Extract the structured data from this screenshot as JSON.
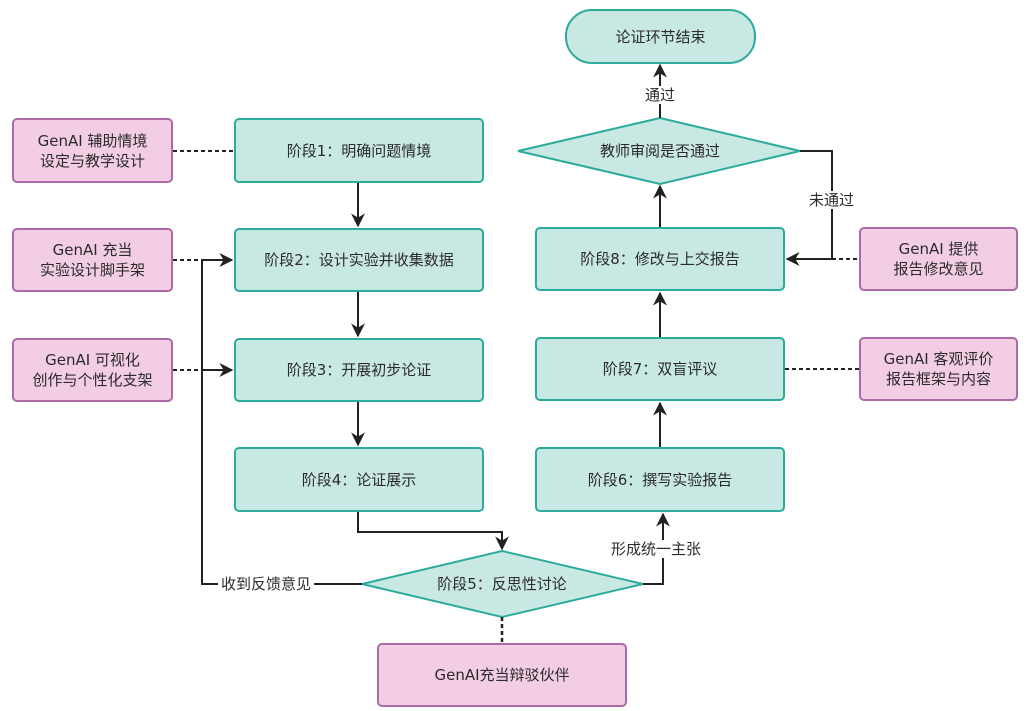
{
  "terminal": {
    "label": "论证环节结束"
  },
  "stages": {
    "s1": "阶段1：明确问题情境",
    "s2": "阶段2：设计实验并收集数据",
    "s3": "阶段3：开展初步论证",
    "s4": "阶段4：论证展示",
    "s5": "阶段5：反思性讨论",
    "s6": "阶段6：撰写实验报告",
    "s7": "阶段7：双盲评议",
    "s8": "阶段8：修改与上交报告"
  },
  "review_decision": {
    "label": "教师审阅是否通过"
  },
  "edge_labels": {
    "pass": "通过",
    "fail": "未通过",
    "feedback": "收到反馈意见",
    "consensus": "形成统一主张"
  },
  "genai_supports": {
    "g1": {
      "line1": "GenAI 辅助情境",
      "line2": "设定与教学设计"
    },
    "g2": {
      "line1": "GenAI 充当",
      "line2": "实验设计脚手架"
    },
    "g3": {
      "line1": "GenAI 可视化",
      "line2": "创作与个性化支架"
    },
    "g5": {
      "line1": "GenAI充当辩驳伙伴",
      "line2": ""
    },
    "g7": {
      "line1": "GenAI 客观评价",
      "line2": "报告框架与内容"
    },
    "g8": {
      "line1": "GenAI 提供",
      "line2": "报告修改意见"
    }
  },
  "colors": {
    "stage_fill": "#c8e8e4",
    "stage_border": "#2bab9c",
    "genai_fill": "#f2cde3",
    "genai_border": "#ad6aa8",
    "arrow": "#222222"
  }
}
